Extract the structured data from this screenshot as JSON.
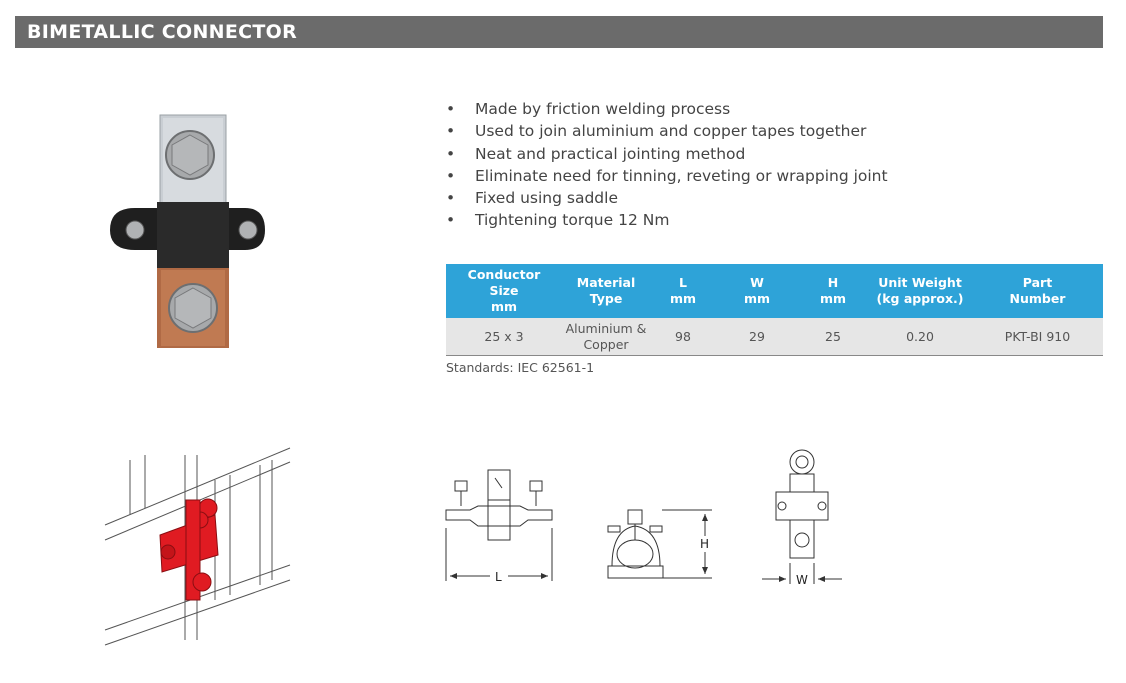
{
  "header": {
    "title": "BIMETALLIC CONNECTOR"
  },
  "features": [
    "Made by friction welding process",
    "Used to join aluminium and copper tapes together",
    "Neat and practical jointing method",
    "Eliminate need for tinning, reveting or wrapping joint",
    "Fixed using saddle",
    "Tightening torque 12 Nm"
  ],
  "bullet_char": "•",
  "table": {
    "headers": [
      [
        "Conductor",
        "Size",
        "mm"
      ],
      [
        "Material",
        "Type"
      ],
      [
        "L",
        "mm"
      ],
      [
        "W",
        "mm"
      ],
      [
        "H",
        "mm"
      ],
      [
        "Unit Weight",
        "(kg approx.)"
      ],
      [
        "Part",
        "Number"
      ]
    ],
    "rows": [
      [
        "25 x 3",
        "Aluminium &\nCopper",
        "98",
        "29",
        "25",
        "0.20",
        "PKT-BI 910"
      ]
    ]
  },
  "standards": "Standards: IEC 62561-1",
  "dimension_labels": {
    "length": "L",
    "height": "H",
    "width": "W"
  },
  "colors": {
    "header_bg": "#6b6b6b",
    "table_header_bg": "#2ea3d8",
    "table_row_bg": "#e6e6e6",
    "accent_red": "#e01b22"
  }
}
